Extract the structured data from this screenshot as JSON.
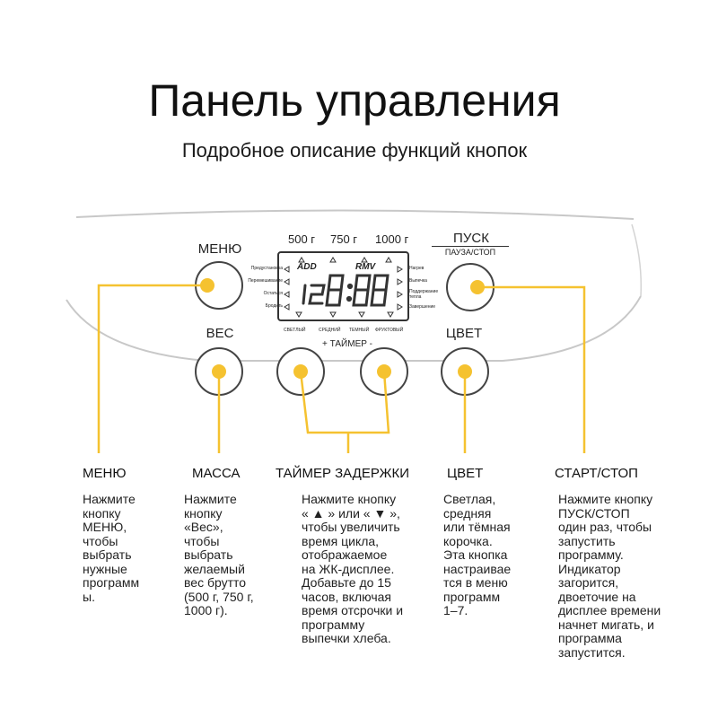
{
  "header": {
    "title": "Панель управления",
    "subtitle": "Подробное описание функций кнопок"
  },
  "panel": {
    "btn_menu": "МЕНЮ",
    "btn_weight": "ВЕС",
    "btn_color": "ЦВЕТ",
    "btn_start": "ПУСК",
    "btn_start_sub": "ПАУЗА/СТОП",
    "timer_label": "+ ТАЙМЕР -",
    "weights": [
      "500 г",
      "750 г",
      "1000 г"
    ],
    "lcd_add": "ADD",
    "lcd_rmv": "RMV",
    "left_indicators": [
      "Предустановка",
      "Перемешивание",
      "Остаться",
      "Бродить"
    ],
    "right_indicators": [
      "Нагрев",
      "Выпечка",
      "Поддержание тепла",
      "Завершение"
    ],
    "crust_labels": [
      "СВЕТЛЫЙ",
      "СРЕДНИЙ",
      "ТЕМНЫЙ",
      "ФРУКТОВЫЙ"
    ],
    "accent_color": "#f5c230"
  },
  "callouts": [
    {
      "heading": "МЕНЮ",
      "text": "Нажмите\nкнопку\nМЕНЮ,\nчтобы\nвыбрать\nнужные\nпрограмм\nы."
    },
    {
      "heading": "МАССА",
      "text": "Нажмите\nкнопку\n«Вес»,\nчтобы\nвыбрать\nжелаемый\nвес брутто\n(500 г, 750 г,\n1000 г)."
    },
    {
      "heading": "ТАЙМЕР ЗАДЕРЖКИ",
      "text": "Нажмите кнопку\n« ▲ » или « ▼ »,\nчтобы увеличить\nвремя цикла,\nотображаемое\nна ЖК-дисплее.\nДобавьте до 15\nчасов, включая\nвремя отсрочки и\nпрограмму\nвыпечки хлеба."
    },
    {
      "heading": "ЦВЕТ",
      "text": "Светлая,\nсредняя\nили тёмная\nкорочка.\nЭта кнопка\nнастраивае\nтся в меню\nпрограмм\n1–7."
    },
    {
      "heading": "СТАРТ/СТОП",
      "text": "Нажмите кнопку\nПУСК/СТОП\nодин раз, чтобы\nзапустить\nпрограмму.\nИндикатор\nзагорится,\nдвоеточие на\nдисплее времени\nначнет мигать, и\nпрограмма\nзапустится."
    }
  ]
}
